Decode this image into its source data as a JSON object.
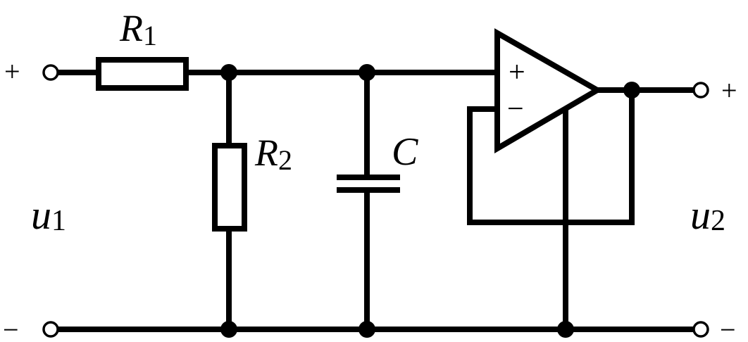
{
  "labels": {
    "R1": {
      "letter": "R",
      "sub": "1"
    },
    "R2": {
      "letter": "R",
      "sub": "2"
    },
    "C": "C",
    "u1": {
      "letter": "u",
      "sub": "1"
    },
    "u2": {
      "letter": "u",
      "sub": "2"
    }
  },
  "signs": {
    "input_plus": "+",
    "input_minus": "−",
    "output_plus": "+",
    "output_minus": "−",
    "opamp_plus": "+",
    "opamp_minus": "−"
  }
}
